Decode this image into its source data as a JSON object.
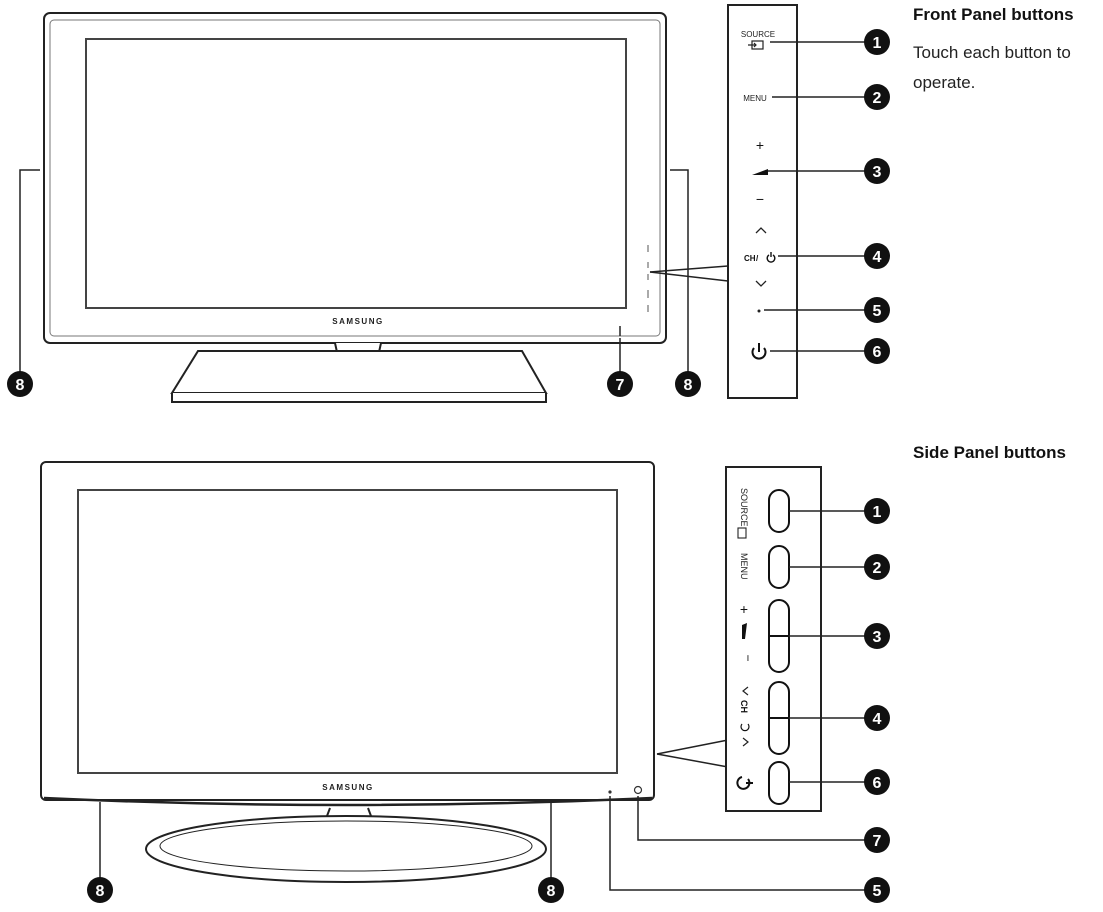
{
  "front": {
    "heading": "Front Panel buttons",
    "description": "Touch each button to operate.",
    "brand": "SAMSUNG",
    "labels": {
      "source": "SOURCE",
      "menu": "MENU",
      "plus": "+",
      "minus": "−",
      "channel": "CH"
    }
  },
  "side": {
    "heading": "Side Panel buttons",
    "brand": "SAMSUNG",
    "labels": {
      "source": "SOURCE",
      "menu": "MENU",
      "plus": "+",
      "minus": "−",
      "channel": "CH"
    }
  },
  "callouts": {
    "n1": "1",
    "n2": "2",
    "n3": "3",
    "n4": "4",
    "n5": "5",
    "n6": "6",
    "n7": "7",
    "n8": "8"
  },
  "icons": [
    "source-icon",
    "volume-icon",
    "channel-up-icon",
    "channel-down-icon",
    "power-icon",
    "power-indicator-icon",
    "remote-sensor-icon"
  ]
}
